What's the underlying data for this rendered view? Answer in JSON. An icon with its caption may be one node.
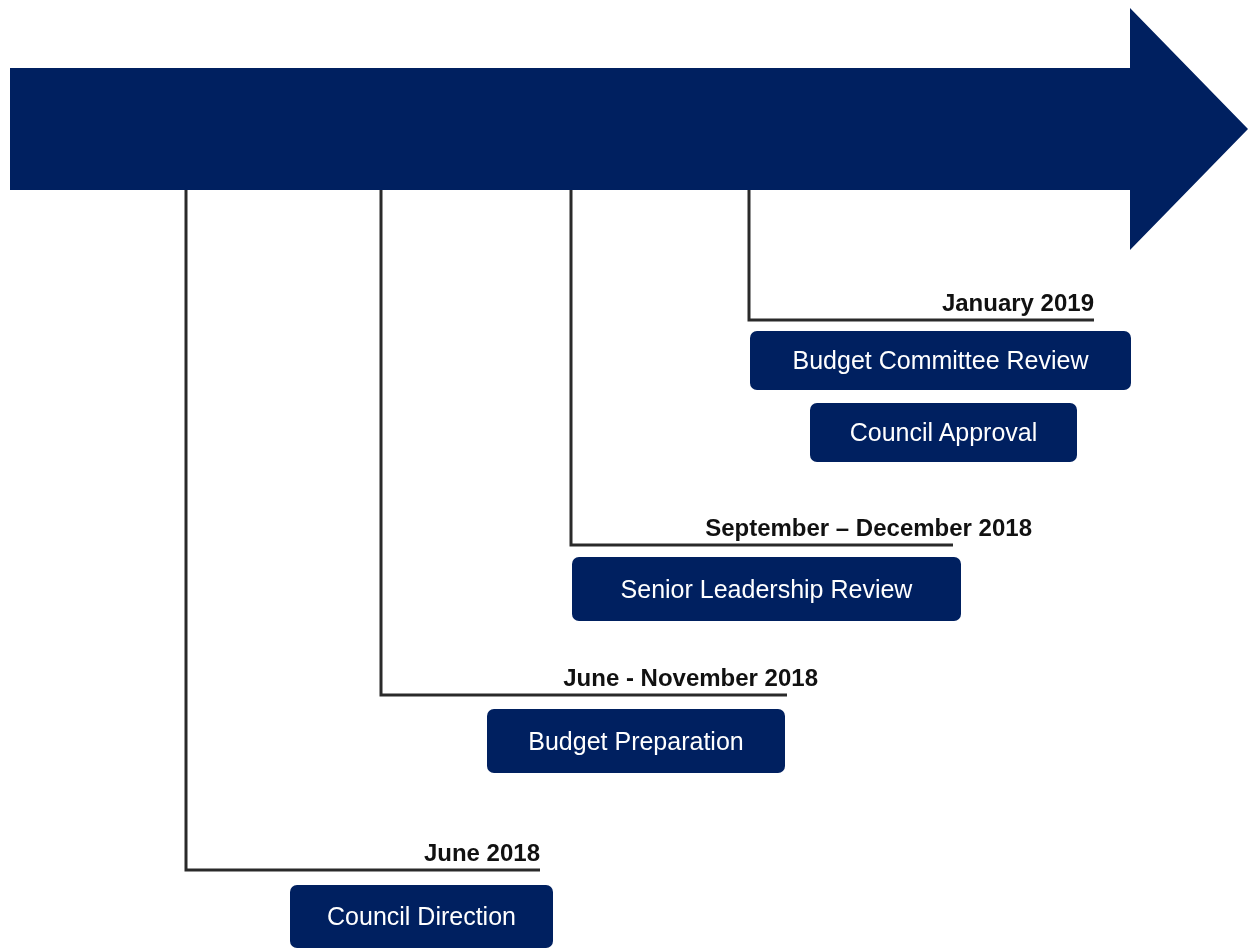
{
  "diagram": {
    "nodes": [
      {
        "text": [],
        "shape": "arrow"
      },
      {
        "text": [
          "January 2019"
        ]
      },
      {
        "text": [
          "Budget Committee Review"
        ]
      },
      {
        "text": [
          "Council Approval"
        ]
      },
      {
        "text": [
          "September – December 2018"
        ]
      },
      {
        "text": [
          "Senior Leadership Review"
        ]
      },
      {
        "text": [
          "June - November 2018"
        ]
      },
      {
        "text": [
          "Budget Preparation"
        ]
      },
      {
        "text": [
          "June 2018"
        ]
      },
      {
        "text": [
          "Council Direction"
        ]
      }
    ],
    "edges": [
      {
        "from": 0,
        "to": 1,
        "arrow": "none"
      },
      {
        "from": 0,
        "to": 4,
        "arrow": "none"
      },
      {
        "from": 0,
        "to": 6,
        "arrow": "none"
      },
      {
        "from": 0,
        "to": 8,
        "arrow": "none"
      }
    ]
  }
}
